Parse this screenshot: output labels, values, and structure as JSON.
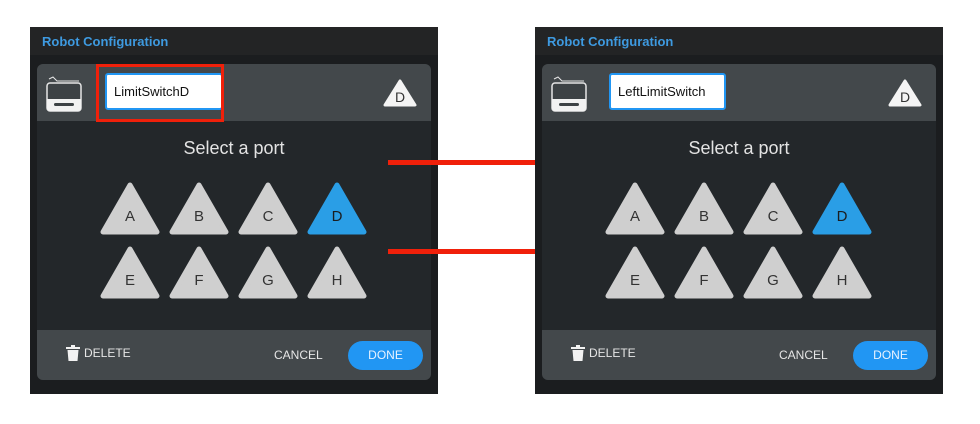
{
  "colors": {
    "accent": "#2196f3",
    "annotation": "#f0200a",
    "title": "#3e9ae0"
  },
  "panels": [
    {
      "title": "Robot Configuration",
      "device_icon": "limit-switch-icon",
      "name_value": "LimitSwitchD",
      "port_badge": "D",
      "select_title": "Select a port",
      "ports": [
        "A",
        "B",
        "C",
        "D",
        "E",
        "F",
        "G",
        "H"
      ],
      "selected_port": "D",
      "delete_label": "DELETE",
      "cancel_label": "CANCEL",
      "done_label": "DONE"
    },
    {
      "title": "Robot Configuration",
      "device_icon": "limit-switch-icon",
      "name_value": "LeftLimitSwitch",
      "port_badge": "D",
      "select_title": "Select a port",
      "ports": [
        "A",
        "B",
        "C",
        "D",
        "E",
        "F",
        "G",
        "H"
      ],
      "selected_port": "D",
      "delete_label": "DELETE",
      "cancel_label": "CANCEL",
      "done_label": "DONE"
    }
  ]
}
